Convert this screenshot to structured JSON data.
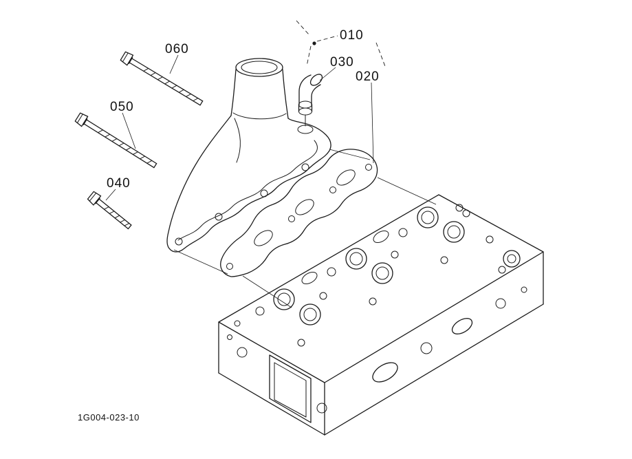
{
  "diagram": {
    "drawing_number": "1G004-023-10",
    "line_color": "#1a1a1a",
    "background_color": "#ffffff",
    "callouts": [
      {
        "label": "010"
      },
      {
        "label": "020"
      },
      {
        "label": "030"
      },
      {
        "label": "040"
      },
      {
        "label": "050"
      },
      {
        "label": "060"
      }
    ]
  }
}
